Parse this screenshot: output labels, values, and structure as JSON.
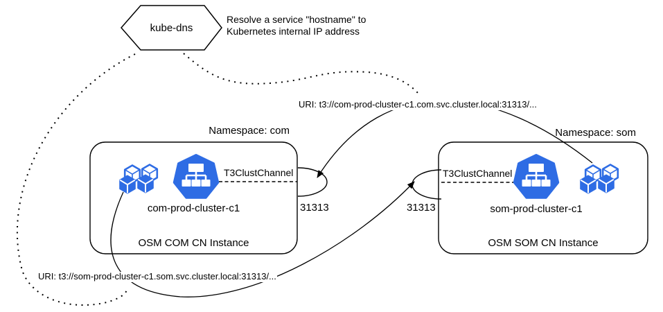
{
  "dns": {
    "label": "kube-dns",
    "note": "Resolve a service \"hostname\" to\nKubernetes internal IP address"
  },
  "uris": {
    "com": "URI: t3://com-prod-cluster-c1.com.svc.cluster.local:31313/...",
    "som": "URI: t3://som-prod-cluster-c1.som.svc.cluster.local:31313/..."
  },
  "clusters": {
    "com": {
      "namespace": "Namespace: com",
      "channel": "T3ClustChannel",
      "name": "com-prod-cluster-c1",
      "instance": "OSM COM CN Instance",
      "port": "31313"
    },
    "som": {
      "namespace": "Namespace: som",
      "channel": "T3ClustChannel",
      "name": "som-prod-cluster-c1",
      "instance": "OSM SOM CN Instance",
      "port": "31313"
    }
  },
  "icons": {
    "dns_node": "hexagon-shape",
    "cluster_logo": "kubernetes-control-plane-icon",
    "workloads": "kubernetes-pods-icon"
  },
  "colors": {
    "kubernetes_blue": "#2E6CE4",
    "line": "#000000",
    "background": "#FFFFFF"
  }
}
